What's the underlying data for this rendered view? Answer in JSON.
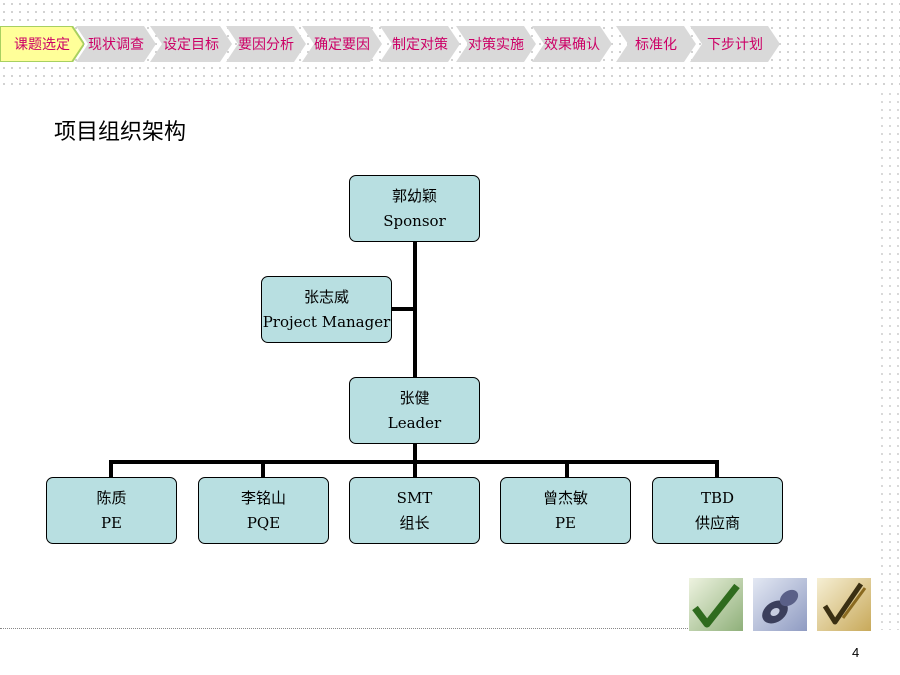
{
  "nav": {
    "steps": [
      "课题选定",
      "现状调查",
      "设定目标",
      "要因分析",
      "确定要因",
      "制定对策",
      "对策实施",
      "效果确认",
      "标准化",
      "下步计划"
    ],
    "active_index": 0,
    "active_color": "#ffff99",
    "inactive_color": "#d9d9d9",
    "text_color": "#cc0066"
  },
  "page_title": "项目组织架构",
  "org": {
    "sponsor": {
      "name": "郭幼颖",
      "role": "Sponsor"
    },
    "project_manager": {
      "name": "张志威",
      "role": "Project Manager"
    },
    "leader": {
      "name": "张健",
      "role": "Leader"
    },
    "members": [
      {
        "name": "陈质",
        "role": "PE"
      },
      {
        "name": "李铭山",
        "role": "PQE"
      },
      {
        "name": "SMT",
        "role": "组长"
      },
      {
        "name": "曾杰敏",
        "role": "PE"
      },
      {
        "name": "TBD",
        "role": "供应商"
      }
    ],
    "box_color": "#b8dfe1"
  },
  "page_number": "4"
}
